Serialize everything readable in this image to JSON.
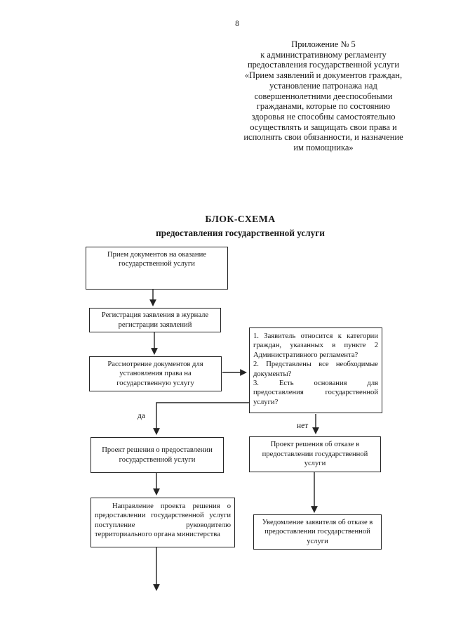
{
  "page": {
    "number": "8"
  },
  "header": {
    "lines": [
      "Приложение № 5",
      "к административному регламенту",
      "предоставления государственной услуги",
      "«Прием заявлений и документов граждан,",
      "установление патронажа над",
      "совершеннолетними дееспособными",
      "гражданами, которые по состоянию",
      "здоровья не способны самостоятельно",
      "осуществлять и защищать свои права и",
      "исполнять свои обязанности, и назначение",
      "им помощника»"
    ]
  },
  "flowchart": {
    "title_line1": "БЛОК-СХЕМА",
    "title_line2": "предоставления государственной услуги",
    "branch_yes": "да",
    "branch_no": "нет",
    "boxes": {
      "reception": {
        "lines": [
          "Прием документов на оказание",
          "государственной услуги"
        ]
      },
      "registration": {
        "lines": [
          "Регистрация заявления в журнале",
          "регистрации заявлений"
        ]
      },
      "review": {
        "lines": [
          "Рассмотрение документов для",
          "установления права на",
          "государственную услугу"
        ]
      },
      "criteria": {
        "lines": [
          "1. Заявитель относится к категории",
          "граждан, указанных в пункте 2",
          "Административного регламента?",
          "2. Представлены все необходимые",
          "документы?",
          "3. Есть основания для",
          "предоставления государственной",
          "услуги?"
        ]
      },
      "draft_grant": {
        "lines": [
          "Проект решения о предоставлении",
          "государственной услуги"
        ]
      },
      "draft_refusal": {
        "lines": [
          "Проект решения об отказе в",
          "предоставлении государственной",
          "услуги"
        ]
      },
      "forwarding": {
        "lines": [
          "Направление проекта решения о",
          "предоставлении государственной услуги",
          "поступление руководителю",
          "территориального органа министерства"
        ]
      },
      "refusal_notice": {
        "lines": [
          "Уведомление заявителя об отказе в",
          "предоставлении государственной",
          "услуги"
        ]
      }
    }
  },
  "colors": {
    "ink": "#232323",
    "paper": "#ffffff"
  }
}
